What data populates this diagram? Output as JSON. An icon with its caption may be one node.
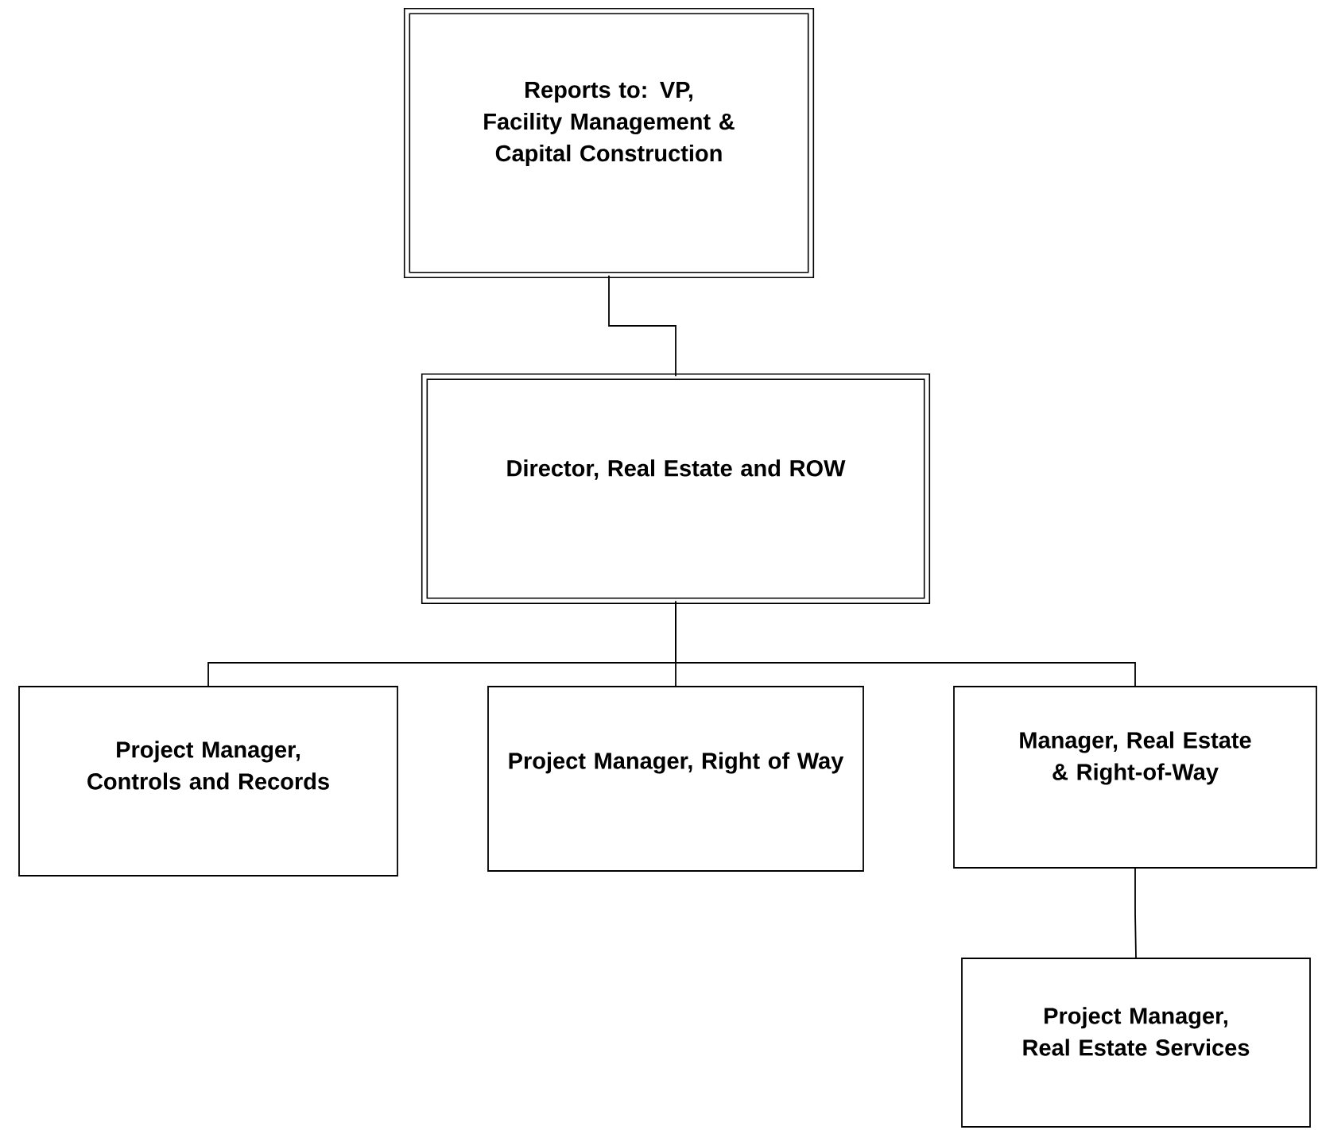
{
  "diagram": {
    "nodes": [
      {
        "text": [
          "Reports to: VP, Facility Management & Capital Construction"
        ]
      },
      {
        "text": [
          "Director, Real Estate and ROW"
        ]
      },
      {
        "text": [
          "Project Manager, Controls and Records"
        ]
      },
      {
        "text": [
          "Project Manager, Right of Way"
        ]
      },
      {
        "text": [
          "Manager, Real Estate & Right-of-Way"
        ]
      },
      {
        "text": [
          "Project Manager, Real Estate Services"
        ]
      }
    ],
    "edges": [
      {
        "from": 0,
        "to": 1,
        "arrow": "none"
      },
      {
        "from": 1,
        "to": 2,
        "arrow": "none"
      },
      {
        "from": 1,
        "to": 3,
        "arrow": "none"
      },
      {
        "from": 1,
        "to": 4,
        "arrow": "none"
      },
      {
        "from": 4,
        "to": 5,
        "arrow": "none"
      }
    ]
  }
}
